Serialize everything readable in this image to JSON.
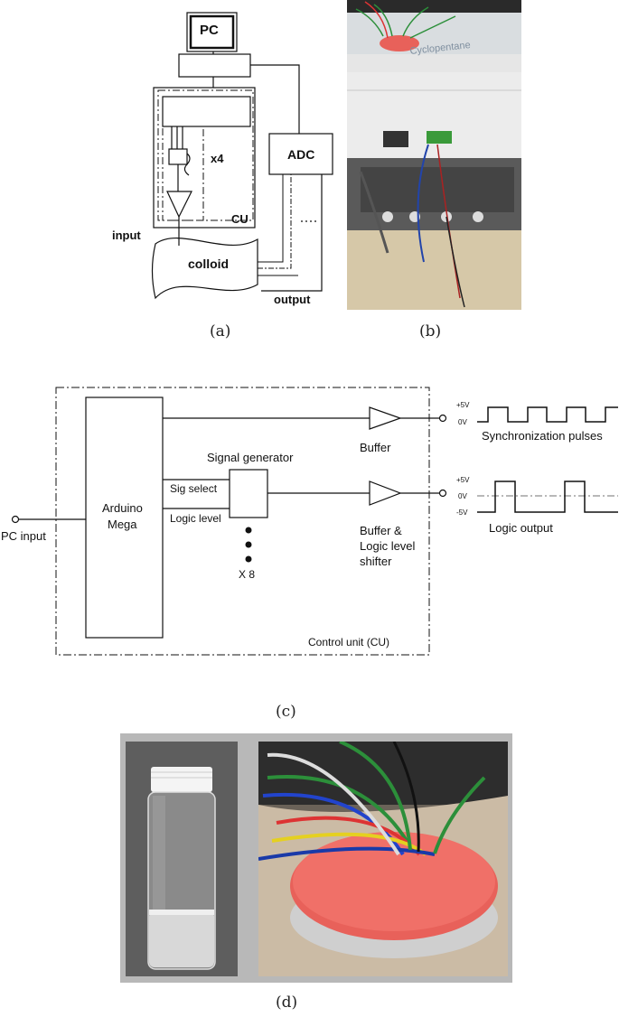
{
  "panel_a": {
    "caption": "(a)",
    "pc_label": "PC",
    "x4_label": "x4",
    "cu_label": "CU",
    "adc_label": "ADC",
    "input_label": "input",
    "colloid_label": "colloid",
    "output_label": "output"
  },
  "panel_b": {
    "caption": "(b)"
  },
  "panel_c": {
    "caption": "(c)",
    "arduino_line1": "Arduino",
    "arduino_line2": "Mega",
    "pc_input": "PC input",
    "sig_select": "Sig select",
    "logic_level": "Logic level",
    "signal_generator": "Signal generator",
    "x8": "X 8",
    "buffer": "Buffer",
    "buffer_shifter_line1": "Buffer &",
    "buffer_shifter_line2": "Logic level",
    "buffer_shifter_line3": "shifter",
    "control_unit": "Control unit (CU)",
    "plus5v_top": "+5V",
    "zero_v_top": "0V",
    "sync_pulses": "Synchronization pulses",
    "plus5v_bottom": "+5V",
    "zero_v_bottom": "0V",
    "minus5v_bottom": "-5V",
    "logic_output": "Logic output"
  },
  "panel_d": {
    "caption": "(d)"
  },
  "colors": {
    "pad": "#e8615a",
    "frame": "#b8b8b8",
    "line": "#111111"
  }
}
